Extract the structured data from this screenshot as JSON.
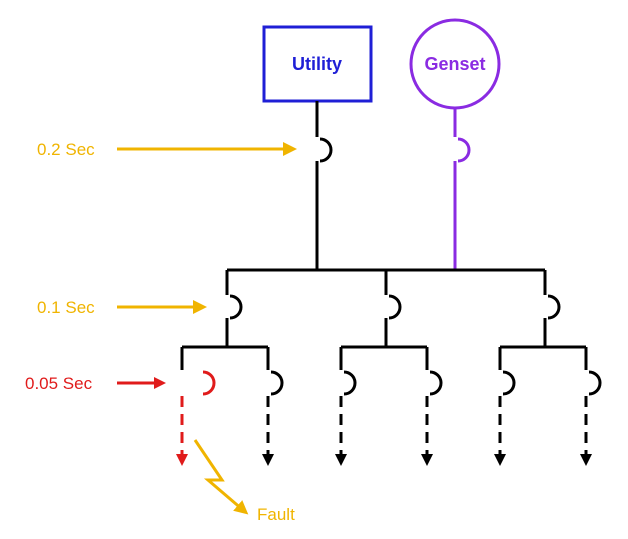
{
  "sources": {
    "utility": {
      "label": "Utility",
      "color": "#1f1fd6"
    },
    "genset": {
      "label": "Genset",
      "color": "#8a2be2"
    }
  },
  "timings": {
    "main": {
      "label": "0.2 Sec",
      "color": "#f0b400"
    },
    "feeder": {
      "label": "0.1 Sec",
      "color": "#f0b400"
    },
    "branch": {
      "label": "0.05 Sec",
      "color": "#e01b1b"
    }
  },
  "fault": {
    "label": "Fault",
    "color": "#f0b400"
  },
  "colors": {
    "line": "#000000",
    "fault_path": "#e01b1b"
  }
}
